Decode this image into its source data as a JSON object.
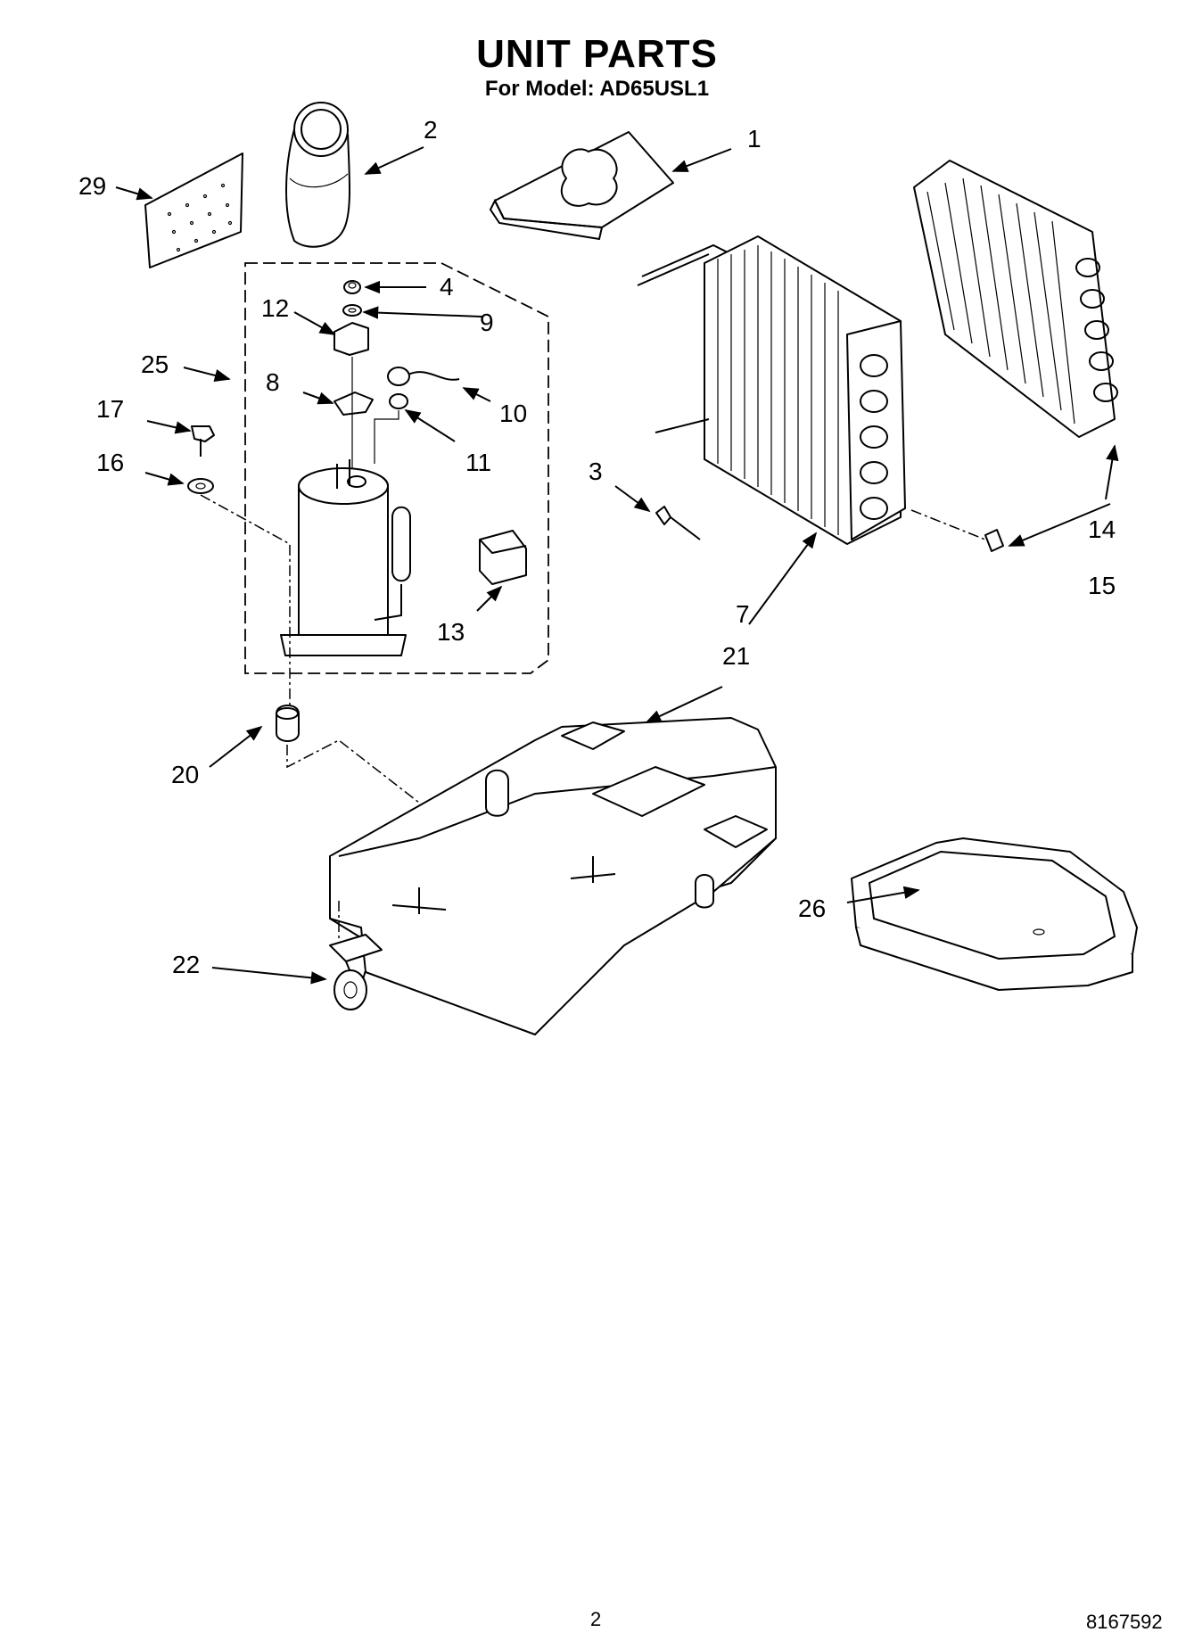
{
  "header": {
    "title": "UNIT PARTS",
    "subtitle": "For Model: AD65USL1"
  },
  "callouts": [
    "1",
    "2",
    "3",
    "4",
    "7",
    "8",
    "9",
    "10",
    "11",
    "12",
    "13",
    "14",
    "15",
    "16",
    "17",
    "20",
    "21",
    "22",
    "25",
    "26",
    "29"
  ],
  "footer": {
    "page_number": "2",
    "document_number": "8167592"
  }
}
